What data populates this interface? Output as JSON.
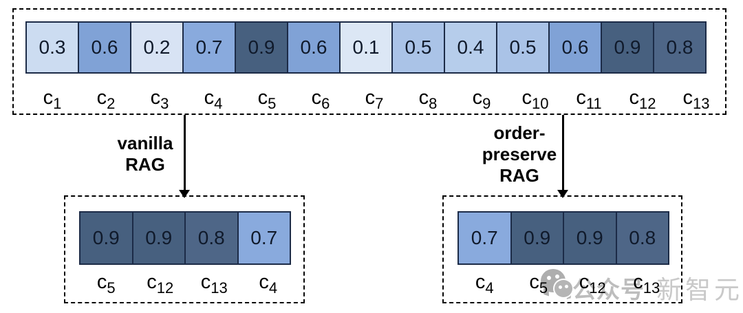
{
  "colors": {
    "scale": {
      "0.1": "#dce7f5",
      "0.2": "#d8e3f4",
      "0.3": "#ccdcf1",
      "0.4": "#b6cdeb",
      "0.5": "#aac3e7",
      "0.6": "#80a2d6",
      "0.7": "#89aadd",
      "0.8": "#4e6687",
      "0.9": "#47607f"
    },
    "cell_border": "#1c2b47",
    "value_text": "#101a2b",
    "arrow": "#000000",
    "watermark_primary_gray": "#bdbdbd",
    "watermark_secondary_gray": "#c9c9c9"
  },
  "top_strip": {
    "label_base": "c",
    "cells": [
      {
        "value": "0.3",
        "sub": "1"
      },
      {
        "value": "0.6",
        "sub": "2"
      },
      {
        "value": "0.2",
        "sub": "3"
      },
      {
        "value": "0.7",
        "sub": "4"
      },
      {
        "value": "0.9",
        "sub": "5"
      },
      {
        "value": "0.6",
        "sub": "6"
      },
      {
        "value": "0.1",
        "sub": "7"
      },
      {
        "value": "0.5",
        "sub": "8"
      },
      {
        "value": "0.4",
        "sub": "9"
      },
      {
        "value": "0.5",
        "sub": "10"
      },
      {
        "value": "0.6",
        "sub": "11"
      },
      {
        "value": "0.9",
        "sub": "12"
      },
      {
        "value": "0.8",
        "sub": "13"
      }
    ]
  },
  "branches": [
    {
      "id": "vanilla-rag",
      "label_lines": [
        "vanilla",
        "RAG"
      ],
      "cells": [
        {
          "value": "0.9",
          "sub": "5"
        },
        {
          "value": "0.9",
          "sub": "12"
        },
        {
          "value": "0.8",
          "sub": "13"
        },
        {
          "value": "0.7",
          "sub": "4"
        }
      ]
    },
    {
      "id": "order-preserve-rag",
      "label_lines": [
        "order-",
        "preserve",
        "RAG"
      ],
      "cells": [
        {
          "value": "0.7",
          "sub": "4"
        },
        {
          "value": "0.9",
          "sub": "5"
        },
        {
          "value": "0.9",
          "sub": "12"
        },
        {
          "value": "0.8",
          "sub": "13"
        }
      ]
    }
  ],
  "watermark": {
    "icon": "wechat-bubbles-icon",
    "text_primary": "公众号",
    "text_secondary": "新智元"
  }
}
